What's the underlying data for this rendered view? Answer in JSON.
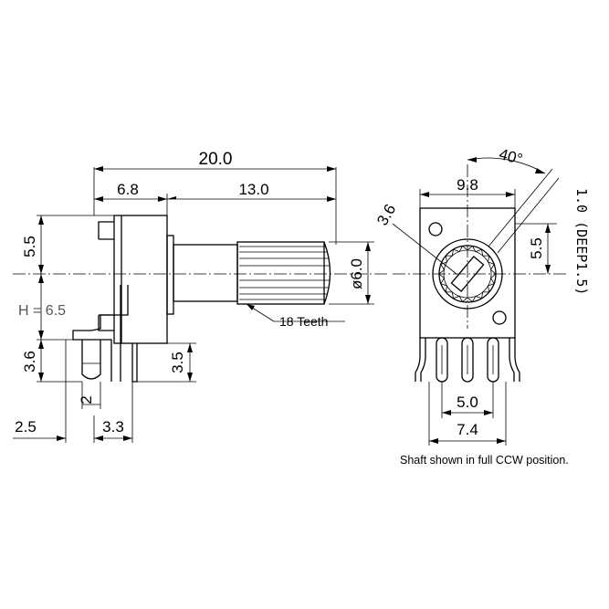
{
  "dimensions": {
    "overall_length": "20.0",
    "body_length": "6.8",
    "shaft_length": "13.0",
    "upper_height": "5.5",
    "height_label": "H = 6.5",
    "pin_length": "3.6",
    "pin_width": "2",
    "pin_offset": "2.5",
    "bracket_offset": "3.3",
    "bracket_height": "3.5",
    "shaft_diameter": "ø6.0",
    "teeth": "18 Teeth",
    "front_width": "9.8",
    "front_angle": "40°",
    "front_radius": "3.6",
    "front_height": "5.5",
    "slot_depth": "1.0 (DEEP1.5)",
    "pin_pitch": "5.0",
    "pin_span": "7.4"
  },
  "note": "Shaft shown in full CCW position."
}
